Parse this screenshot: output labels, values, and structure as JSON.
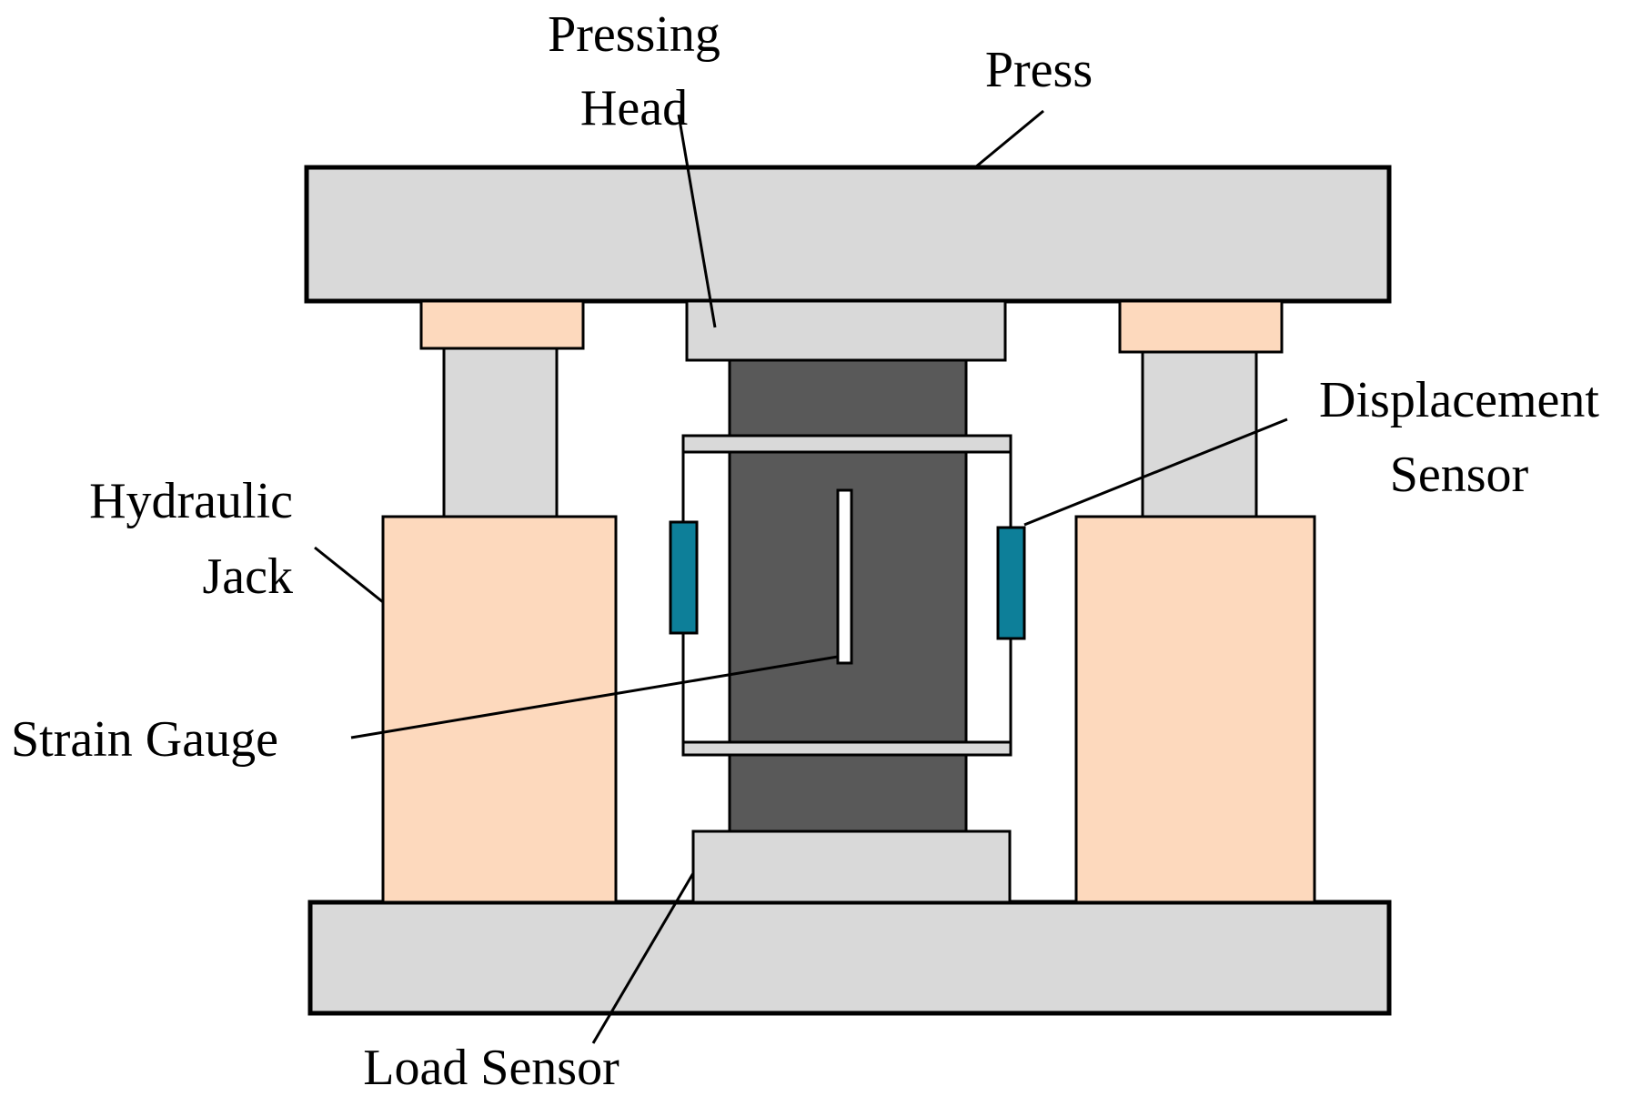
{
  "labels": {
    "pressing_head_line1": "Pressing",
    "pressing_head_line2": "Head",
    "press": "Press",
    "displacement_sensor_line1": "Displacement",
    "displacement_sensor_line2": "Sensor",
    "hydraulic_jack_line1": "Hydraulic",
    "hydraulic_jack_line2": "Jack",
    "strain_gauge": "Strain Gauge",
    "load_sensor": "Load Sensor"
  },
  "colors": {
    "steel": "#d9d9d9",
    "specimen": "#595959",
    "jack": "#fdd9bd",
    "sensor": "#0d7f99",
    "stroke": "#000000",
    "background": "#ffffff"
  }
}
